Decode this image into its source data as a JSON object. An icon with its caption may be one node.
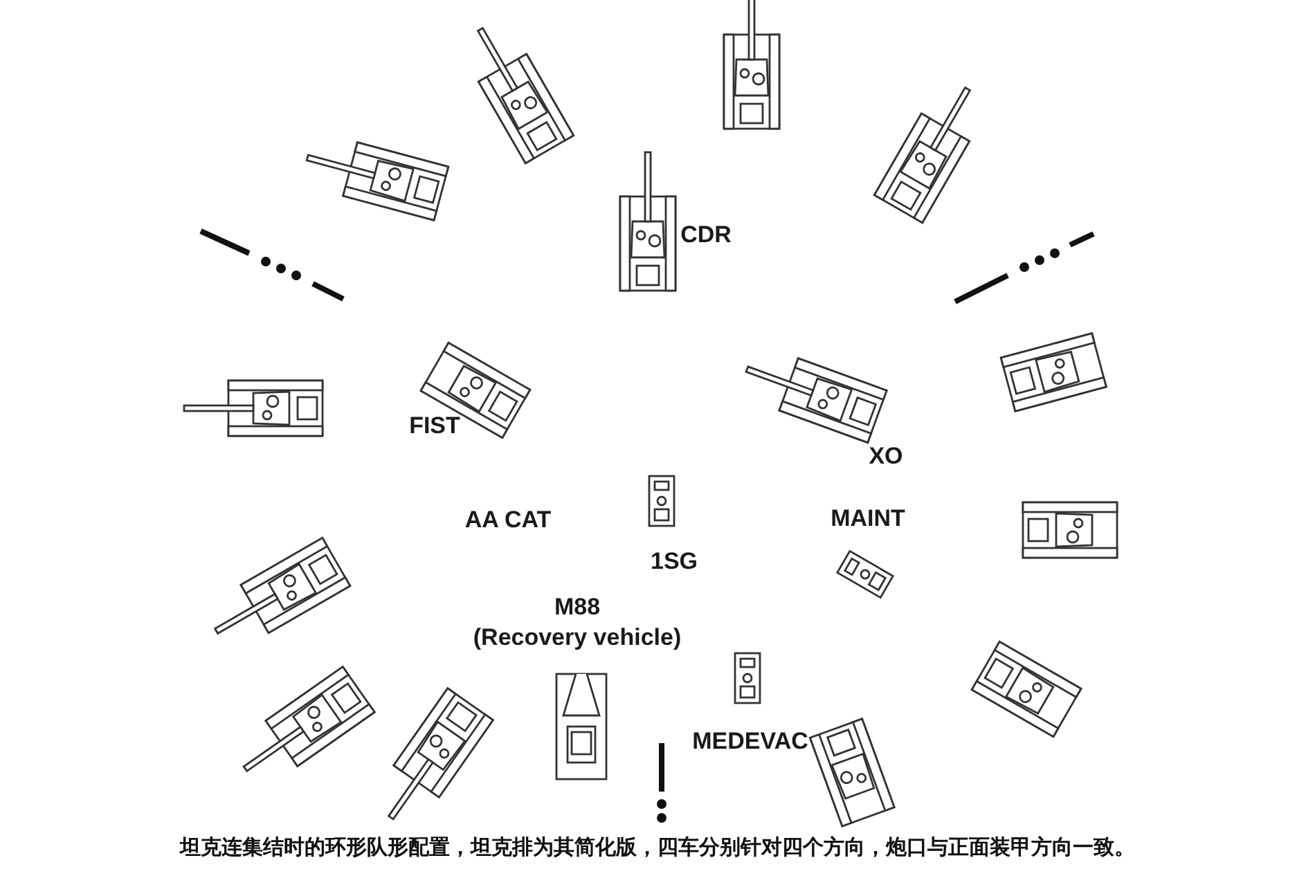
{
  "diagram": {
    "caption": "坦克连集结时的环形队形配置，坦克排为其简化版，四车分别针对四个方向，炮口与正面装甲方向一致。",
    "labels": [
      "CDR",
      "FIST",
      "XO",
      "AA CAT",
      "1SG",
      "MAINT",
      "M88",
      "(Recovery vehicle)",
      "MEDEVAC"
    ]
  }
}
